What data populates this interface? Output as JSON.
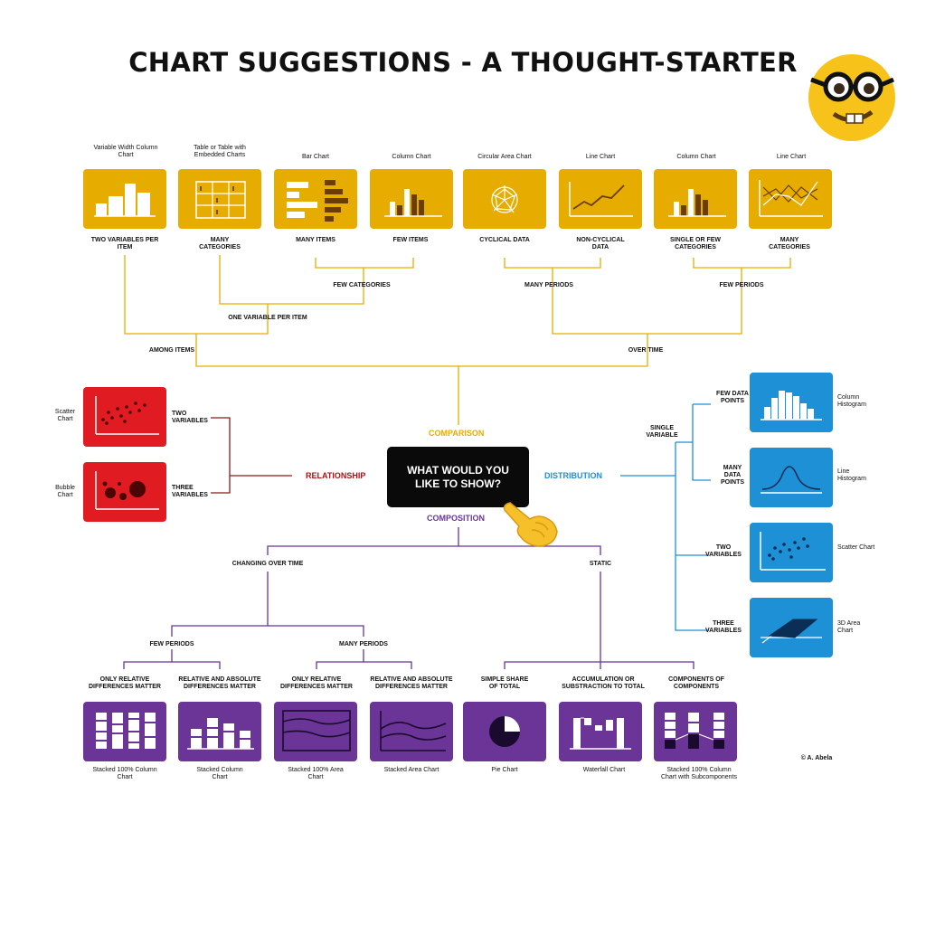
{
  "title": "CHART SUGGESTIONS - A THOUGHT-STARTER",
  "center": {
    "line1": "WHAT WOULD YOU",
    "line2": "LIKE TO SHOW?"
  },
  "categories": {
    "comparison": "COMPARISON",
    "relationship": "RELATIONSHIP",
    "distribution": "DISTRIBUTION",
    "composition": "COMPOSITION"
  },
  "colors": {
    "comparison": "#e6ac00",
    "relationship": "#e01b22",
    "distribution": "#1e90d6",
    "composition": "#6a3596"
  },
  "comparison": {
    "top_labels": [
      "Variable Width Column Chart",
      "Table or Table with Embedded Charts",
      "Bar Chart",
      "Column Chart",
      "Circular Area Chart",
      "Line Chart",
      "Column Chart",
      "Line Chart"
    ],
    "bottom_labels": [
      "TWO VARIABLES PER ITEM",
      "MANY CATEGORIES",
      "MANY ITEMS",
      "FEW ITEMS",
      "CYCLICAL DATA",
      "NON-CYCLICAL DATA",
      "SINGLE OR FEW CATEGORIES",
      "MANY CATEGORIES"
    ],
    "few_categories": "FEW CATEGORIES",
    "many_periods": "MANY PERIODS",
    "few_periods": "FEW PERIODS",
    "one_variable_per_item": "ONE VARIABLE PER ITEM",
    "among_items": "AMONG ITEMS",
    "over_time": "OVER TIME"
  },
  "relationship": {
    "charts": [
      {
        "name": "Scatter Chart",
        "condition": "TWO VARIABLES"
      },
      {
        "name": "Bubble Chart",
        "condition": "THREE VARIABLES"
      }
    ]
  },
  "distribution": {
    "single_variable": "SINGLE VARIABLE",
    "charts": [
      {
        "condition": "FEW DATA POINTS",
        "name": "Column Histogram"
      },
      {
        "condition": "MANY DATA POINTS",
        "name": "Line Histogram"
      },
      {
        "condition": "TWO VARIABLES",
        "name": "Scatter Chart"
      },
      {
        "condition": "THREE VARIABLES",
        "name": "3D Area Chart"
      }
    ]
  },
  "composition": {
    "changing_over_time": "CHANGING OVER TIME",
    "static": "STATIC",
    "few_periods": "FEW PERIODS",
    "many_periods": "MANY PERIODS",
    "conditions": [
      "ONLY RELATIVE DIFFERENCES MATTER",
      "RELATIVE AND ABSOLUTE DIFFERENCES MATTER",
      "ONLY RELATIVE DIFFERENCES MATTER",
      "RELATIVE AND ABSOLUTE DIFFERENCES MATTER",
      "SIMPLE SHARE OF TOTAL",
      "ACCUMULATION OR SUBSTRACTION TO TOTAL",
      "COMPONENTS OF COMPONENTS"
    ],
    "charts": [
      "Stacked 100% Column Chart",
      "Stacked Column Chart",
      "Stacked 100% Area Chart",
      "Stacked Area Chart",
      "Pie Chart",
      "Waterfall Chart",
      "Stacked 100% Column Chart with Subcomponents"
    ]
  },
  "credit": "© A. Abela",
  "icons": [
    "nerd-face-emoji",
    "pointing-hand-emoji"
  ]
}
